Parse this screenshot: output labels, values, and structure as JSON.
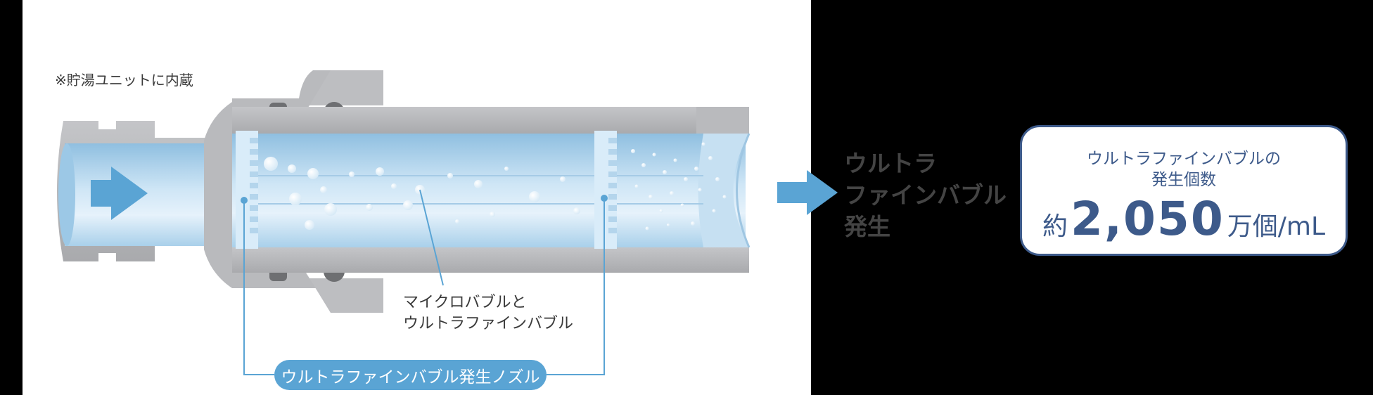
{
  "diagram": {
    "note": "※貯湯ユニットに内蔵",
    "callouts": {
      "bubbles_line1": "マイクロバブルと",
      "bubbles_line2": "ウルトラファインバブル",
      "nozzle_label": "ウルトラファインバブル発生ノズル"
    },
    "result": {
      "line1": "ウルトラ",
      "line2": "ファインバブル",
      "line3": "発生"
    },
    "stat_box": {
      "caption_line1": "ウルトラファインバブルの",
      "caption_line2": "発生個数",
      "prefix": "約",
      "value": "2,050",
      "unit": "万個/mL"
    },
    "icons": {
      "flow_arrow_in": "arrow-right-icon",
      "flow_arrow_out": "arrow-right-icon"
    },
    "colors": {
      "accent_blue": "#5aa4d4",
      "navy": "#3d5a8a",
      "pipe_gray": "#b4b5b8",
      "water": "#bfdcf0"
    }
  }
}
